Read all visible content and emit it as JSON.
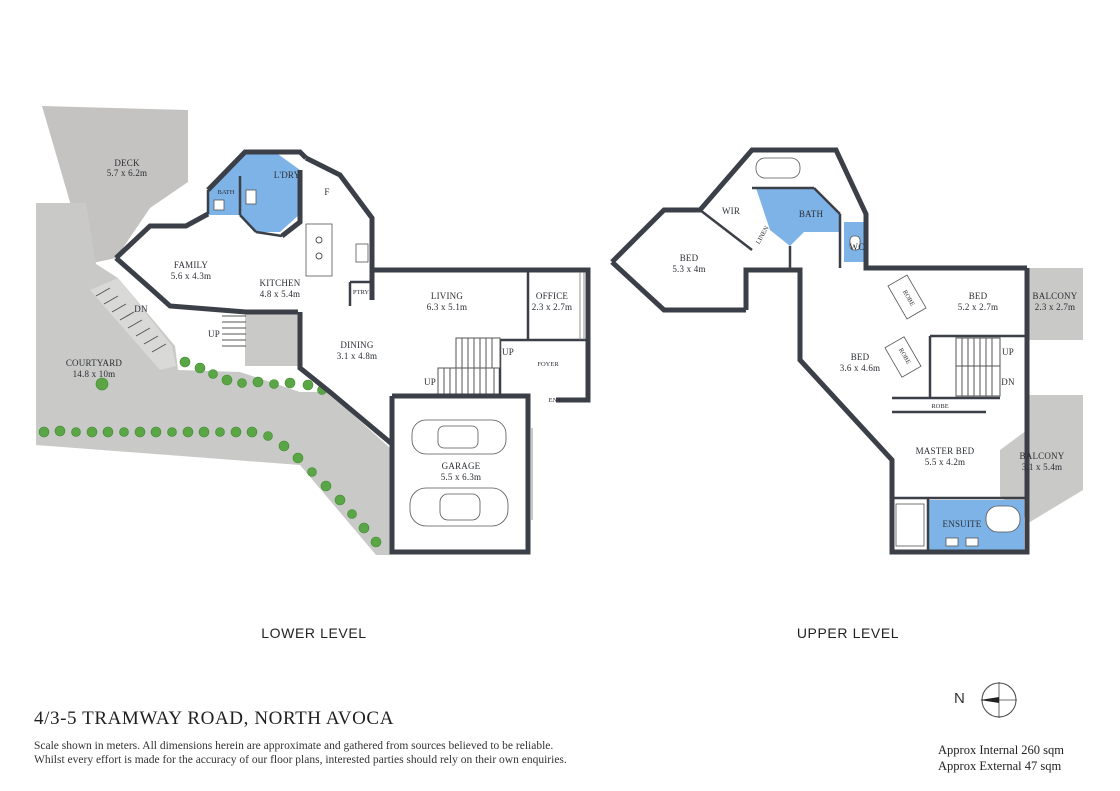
{
  "levels": {
    "lower": "LOWER LEVEL",
    "upper": "UPPER LEVEL"
  },
  "rooms_lower": {
    "deck": {
      "name": "DECK",
      "dim": "5.7 x 6.2m"
    },
    "laundry": {
      "name": "L'DRY"
    },
    "bath_small": {
      "name": "BATH"
    },
    "family": {
      "name": "FAMILY",
      "dim": "5.6 x 4.3m"
    },
    "kitchen": {
      "name": "KITCHEN",
      "dim": "4.8 x 5.4m"
    },
    "fridge": {
      "name": "F"
    },
    "pantry": {
      "name": "PTRY"
    },
    "living": {
      "name": "LIVING",
      "dim": "6.3 x 5.1m"
    },
    "office": {
      "name": "OFFICE",
      "dim": "2.3 x 2.7m"
    },
    "dining": {
      "name": "DINING",
      "dim": "3.1 x 4.8m"
    },
    "foyer": {
      "name": "FOYER"
    },
    "ent": {
      "name": "ENT"
    },
    "courtyard": {
      "name": "COURTYARD",
      "dim": "14.8 x 10m"
    },
    "garage": {
      "name": "GARAGE",
      "dim": "5.5 x 6.3m"
    },
    "dn": "DN",
    "up1": "UP",
    "up2": "UP",
    "up3": "UP"
  },
  "rooms_upper": {
    "wir": {
      "name": "WIR"
    },
    "bath": {
      "name": "BATH"
    },
    "linen": {
      "name": "LINEN"
    },
    "wc": {
      "name": "WC"
    },
    "bed1": {
      "name": "BED",
      "dim": "5.3 x 4m"
    },
    "bed2": {
      "name": "BED",
      "dim": "5.2 x 2.7m"
    },
    "robe1": {
      "name": "ROBE"
    },
    "balcony1": {
      "name": "BALCONY",
      "dim": "2.3 x 2.7m"
    },
    "bed3": {
      "name": "BED",
      "dim": "3.6 x 4.6m"
    },
    "robe2": {
      "name": "ROBE"
    },
    "robe3": {
      "name": "ROBE"
    },
    "master": {
      "name": "MASTER BED",
      "dim": "5.5 x 4.2m"
    },
    "balcony2": {
      "name": "BALCONY",
      "dim": "3.1 x 5.4m"
    },
    "ensuite": {
      "name": "ENSUITE"
    },
    "up": "UP",
    "dn": "DN"
  },
  "footer": {
    "address": "4/3-5 TRAMWAY ROAD, NORTH AVOCA",
    "disclaimer_1": "Scale shown in meters. All dimensions herein are approximate and gathered from sources believed to be reliable.",
    "disclaimer_2": "Whilst every effort is made for the accuracy of our floor plans, interested parties should rely on their own enquiries.",
    "internal": "Approx Internal 260 sqm",
    "external": "Approx External 47 sqm",
    "compass_label": "N"
  },
  "colors": {
    "wall": "#3b3f47",
    "wet_area": "#7eb3e8",
    "exterior": "#c9c9c7",
    "garden": "#5aa545"
  }
}
